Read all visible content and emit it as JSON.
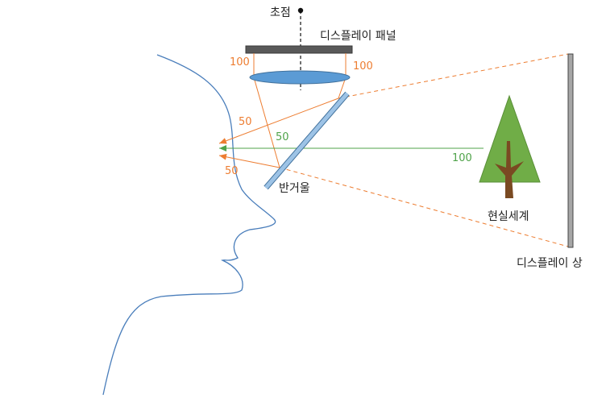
{
  "labels": {
    "focus": "초점",
    "display_panel": "디스플레이 패널",
    "half_mirror": "반거울",
    "real_world": "현실세계",
    "display_image": "디스플레이 상"
  },
  "values": {
    "panel_left": "100",
    "panel_right": "100",
    "to_eye_upper": "50",
    "to_eye_lower": "50",
    "through_mirror": "50",
    "real_world_in": "100"
  },
  "colors": {
    "orange": "#ED7D31",
    "green": "#4FA34A",
    "face": "#4A7EBB",
    "lens": "#5B9BD5",
    "mirror": "#9DC3E6",
    "panel": "#595959",
    "tree_crown": "#70AD47",
    "tree_trunk": "#7A4A22",
    "screen": "#A6A6A6"
  }
}
